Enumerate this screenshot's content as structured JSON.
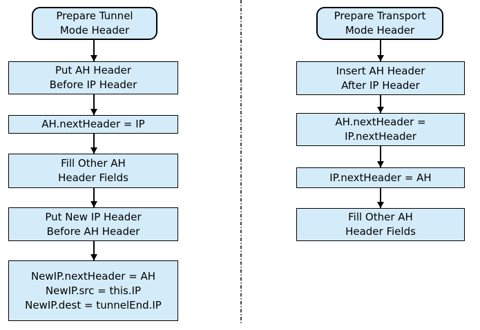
{
  "colors": {
    "node_fill": "#d4ecf9",
    "node_border": "#000000",
    "arrow": "#000000",
    "divider": "#404040",
    "background": "#ffffff"
  },
  "left_flow": {
    "title": "Tunnel Mode flow",
    "nodes": [
      {
        "id": "prepare-tunnel-mode-header",
        "type": "terminal",
        "label": "Prepare Tunnel\nMode Header"
      },
      {
        "id": "put-ah-header-before-ip-header",
        "type": "process",
        "label": "Put AH Header\nBefore IP Header"
      },
      {
        "id": "ah-nextheader-ip",
        "type": "process",
        "label": "AH.nextHeader = IP"
      },
      {
        "id": "fill-other-ah-header-fields",
        "type": "process",
        "label": "Fill Other AH\nHeader Fields"
      },
      {
        "id": "put-new-ip-header-before-ah-header",
        "type": "process",
        "label": "Put New IP Header\nBefore AH Header"
      },
      {
        "id": "newip-assignments",
        "type": "process",
        "label": "NewIP.nextHeader = AH\nNewIP.src = this.IP\nNewIP.dest = tunnelEnd.IP"
      }
    ]
  },
  "right_flow": {
    "title": "Transport Mode flow",
    "nodes": [
      {
        "id": "prepare-transport-mode-header",
        "type": "terminal",
        "label": "Prepare Transport\nMode Header"
      },
      {
        "id": "insert-ah-header-after-ip-header",
        "type": "process",
        "label": "Insert AH Header\nAfter IP Header"
      },
      {
        "id": "ah-nextheader-ip-nextheader",
        "type": "process",
        "label": "AH.nextHeader =\nIP.nextHeader"
      },
      {
        "id": "ip-nextheader-ah",
        "type": "process",
        "label": "IP.nextHeader = AH"
      },
      {
        "id": "fill-other-ah-header-fields",
        "type": "process",
        "label": "Fill Other AH\nHeader Fields"
      }
    ]
  }
}
